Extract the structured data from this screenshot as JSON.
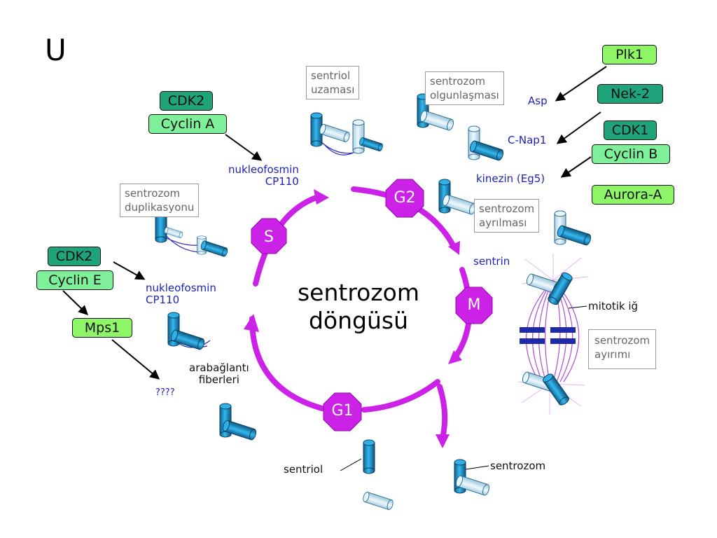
{
  "panel_letter": "U",
  "cycle_title": "sentrozom\ndöngüsü",
  "phases": {
    "g1": "G1",
    "s": "S",
    "g2": "G2",
    "m": "M"
  },
  "kinases": {
    "cdk2_a": "CDK2",
    "cyclin_a": "Cyclin A",
    "cdk2_e": "CDK2",
    "cyclin_e": "Cyclin E",
    "mps1": "Mps1",
    "plk1": "Plk1",
    "nek2": "Nek-2",
    "cdk1": "CDK1",
    "cyclin_b": "Cyclin B",
    "aurora_a": "Aurora-A"
  },
  "targets": {
    "nukleofosmin_top": "nukleofosmin\nCP110",
    "nukleofosmin_left": "nukleofosmin\nCP110",
    "unknown": "????",
    "asp": "Asp",
    "cnap1": "C-Nap1",
    "kinezin": "kinezin (Eg5)",
    "sentrin": "sentrin"
  },
  "stage_boxes": {
    "uzama": "sentriol\nuzaması",
    "olgunlasma": "sentrozom\nolgunlaşması",
    "duplikasyon": "sentrozom\nduplikasyonu",
    "ayrilma": "sentrozom\nayrılması",
    "ayirim": "sentrozom\nayırımı"
  },
  "labels": {
    "arabaglanti": "arabağlantı\nfiberleri",
    "mitotik": "mitotik iğ",
    "sentriol": "sentriol",
    "sentrozom": "sentrozom"
  },
  "colors": {
    "cycle": "#cc22e8",
    "cylinder": "#1e9ad6",
    "cylinder_light": "#cfe9f7",
    "link": "#2d2dbb",
    "label_blue": "#1f22b8"
  }
}
